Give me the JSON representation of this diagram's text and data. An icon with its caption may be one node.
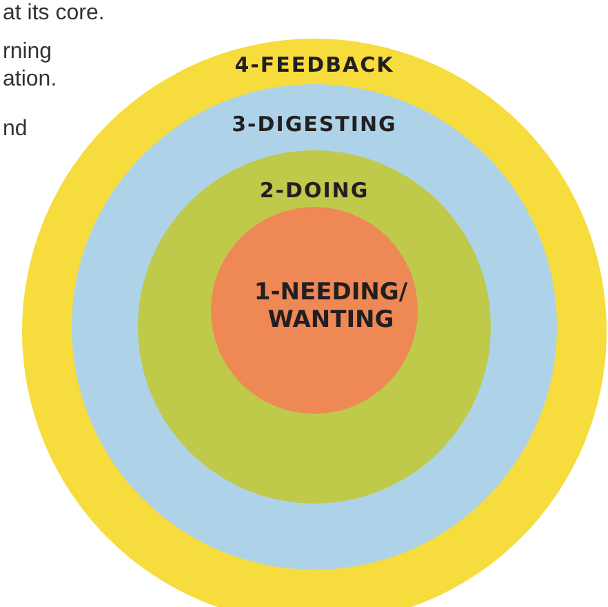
{
  "diagram": {
    "nodes": [
      {
        "text": [
          "4-FEEDBACK"
        ]
      },
      {
        "text": [
          "3-DIGESTING"
        ],
        "in": 0
      },
      {
        "text": [
          "2-DOING"
        ],
        "in": 1
      },
      {
        "text": [
          "1-NEEDING/ WANTING"
        ],
        "in": 2
      }
    ],
    "labels": [
      "at its core.",
      "rning ation.",
      "nd"
    ]
  }
}
